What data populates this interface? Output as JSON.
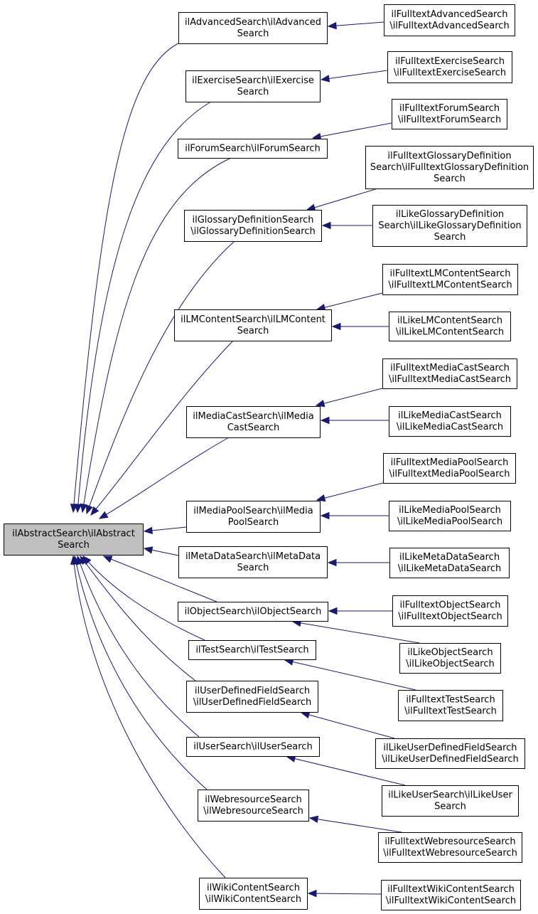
{
  "nodes": [
    {
      "id": "root",
      "lines": [
        "ilAbstractSearch\\ilAbstract",
        "Search"
      ]
    },
    {
      "id": "adv",
      "lines": [
        "ilAdvancedSearch\\ilAdvanced",
        "Search"
      ]
    },
    {
      "id": "exe",
      "lines": [
        "ilExerciseSearch\\ilExercise",
        "Search"
      ]
    },
    {
      "id": "forum",
      "lines": [
        "ilForumSearch\\ilForumSearch"
      ]
    },
    {
      "id": "gloss",
      "lines": [
        "ilGlossaryDefinitionSearch",
        "\\ilGlossaryDefinitionSearch"
      ]
    },
    {
      "id": "lm",
      "lines": [
        "ilLMContentSearch\\ilLMContent",
        "Search"
      ]
    },
    {
      "id": "mcast",
      "lines": [
        "ilMediaCastSearch\\ilMedia",
        "CastSearch"
      ]
    },
    {
      "id": "mpool",
      "lines": [
        "ilMediaPoolSearch\\ilMedia",
        "PoolSearch"
      ]
    },
    {
      "id": "meta",
      "lines": [
        "ilMetaDataSearch\\ilMetaData",
        "Search"
      ]
    },
    {
      "id": "obj",
      "lines": [
        "ilObjectSearch\\ilObjectSearch"
      ]
    },
    {
      "id": "test",
      "lines": [
        "ilTestSearch\\ilTestSearch"
      ]
    },
    {
      "id": "udf",
      "lines": [
        "ilUserDefinedFieldSearch",
        "\\ilUserDefinedFieldSearch"
      ]
    },
    {
      "id": "user",
      "lines": [
        "ilUserSearch\\ilUserSearch"
      ]
    },
    {
      "id": "web",
      "lines": [
        "ilWebresourceSearch",
        "\\ilWebresourceSearch"
      ]
    },
    {
      "id": "wiki",
      "lines": [
        "ilWikiContentSearch",
        "\\ilWikiContentSearch"
      ]
    },
    {
      "id": "ft_adv",
      "lines": [
        "ilFulltextAdvancedSearch",
        "\\ilFulltextAdvancedSearch"
      ]
    },
    {
      "id": "ft_exe",
      "lines": [
        "ilFulltextExerciseSearch",
        "\\ilFulltextExerciseSearch"
      ]
    },
    {
      "id": "ft_forum",
      "lines": [
        "ilFulltextForumSearch",
        "\\ilFulltextForumSearch"
      ]
    },
    {
      "id": "ft_gloss",
      "lines": [
        "ilFulltextGlossaryDefinition",
        "Search\\ilFulltextGlossaryDefinition",
        "Search"
      ]
    },
    {
      "id": "lk_gloss",
      "lines": [
        "ilLikeGlossaryDefinition",
        "Search\\ilLikeGlossaryDefinition",
        "Search"
      ]
    },
    {
      "id": "ft_lm",
      "lines": [
        "ilFulltextLMContentSearch",
        "\\ilFulltextLMContentSearch"
      ]
    },
    {
      "id": "lk_lm",
      "lines": [
        "ilLikeLMContentSearch",
        "\\ilLikeLMContentSearch"
      ]
    },
    {
      "id": "ft_mcast",
      "lines": [
        "ilFulltextMediaCastSearch",
        "\\ilFulltextMediaCastSearch"
      ]
    },
    {
      "id": "lk_mcast",
      "lines": [
        "ilLikeMediaCastSearch",
        "\\ilLikeMediaCastSearch"
      ]
    },
    {
      "id": "ft_mpool",
      "lines": [
        "ilFulltextMediaPoolSearch",
        "\\ilFulltextMediaPoolSearch"
      ]
    },
    {
      "id": "lk_mpool",
      "lines": [
        "ilLikeMediaPoolSearch",
        "\\ilLikeMediaPoolSearch"
      ]
    },
    {
      "id": "lk_meta",
      "lines": [
        "ilLikeMetaDataSearch",
        "\\ilLikeMetaDataSearch"
      ]
    },
    {
      "id": "ft_obj",
      "lines": [
        "ilFulltextObjectSearch",
        "\\ilFulltextObjectSearch"
      ]
    },
    {
      "id": "lk_obj",
      "lines": [
        "ilLikeObjectSearch",
        "\\ilLikeObjectSearch"
      ]
    },
    {
      "id": "ft_test",
      "lines": [
        "ilFulltextTestSearch",
        "\\ilFulltextTestSearch"
      ]
    },
    {
      "id": "lk_udf",
      "lines": [
        "ilLikeUserDefinedFieldSearch",
        "\\ilLikeUserDefinedFieldSearch"
      ]
    },
    {
      "id": "lk_user",
      "lines": [
        "ilLikeUserSearch\\ilLikeUser",
        "Search"
      ]
    },
    {
      "id": "ft_web",
      "lines": [
        "ilFulltextWebresourceSearch",
        "\\ilFulltextWebresourceSearch"
      ]
    },
    {
      "id": "ft_wiki",
      "lines": [
        "ilFulltextWikiContentSearch",
        "\\ilFulltextWikiContentSearch"
      ]
    }
  ],
  "edges": [
    {
      "from": "adv",
      "to": "root"
    },
    {
      "from": "exe",
      "to": "root"
    },
    {
      "from": "forum",
      "to": "root"
    },
    {
      "from": "gloss",
      "to": "root"
    },
    {
      "from": "lm",
      "to": "root"
    },
    {
      "from": "mcast",
      "to": "root"
    },
    {
      "from": "mpool",
      "to": "root"
    },
    {
      "from": "meta",
      "to": "root"
    },
    {
      "from": "obj",
      "to": "root"
    },
    {
      "from": "test",
      "to": "root"
    },
    {
      "from": "udf",
      "to": "root"
    },
    {
      "from": "user",
      "to": "root"
    },
    {
      "from": "web",
      "to": "root"
    },
    {
      "from": "wiki",
      "to": "root"
    },
    {
      "from": "ft_adv",
      "to": "adv"
    },
    {
      "from": "ft_exe",
      "to": "exe"
    },
    {
      "from": "ft_forum",
      "to": "forum"
    },
    {
      "from": "ft_gloss",
      "to": "gloss"
    },
    {
      "from": "lk_gloss",
      "to": "gloss"
    },
    {
      "from": "ft_lm",
      "to": "lm"
    },
    {
      "from": "lk_lm",
      "to": "lm"
    },
    {
      "from": "ft_mcast",
      "to": "mcast"
    },
    {
      "from": "lk_mcast",
      "to": "mcast"
    },
    {
      "from": "ft_mpool",
      "to": "mpool"
    },
    {
      "from": "lk_mpool",
      "to": "mpool"
    },
    {
      "from": "lk_meta",
      "to": "meta"
    },
    {
      "from": "ft_obj",
      "to": "obj"
    },
    {
      "from": "lk_obj",
      "to": "obj"
    },
    {
      "from": "ft_test",
      "to": "test"
    },
    {
      "from": "lk_udf",
      "to": "udf"
    },
    {
      "from": "lk_user",
      "to": "user"
    },
    {
      "from": "ft_web",
      "to": "web"
    },
    {
      "from": "ft_wiki",
      "to": "wiki"
    }
  ],
  "colors": {
    "edge": "#191970",
    "root_fill": "#bfbfbf",
    "node_fill": "#ffffff",
    "border": "#000000"
  }
}
